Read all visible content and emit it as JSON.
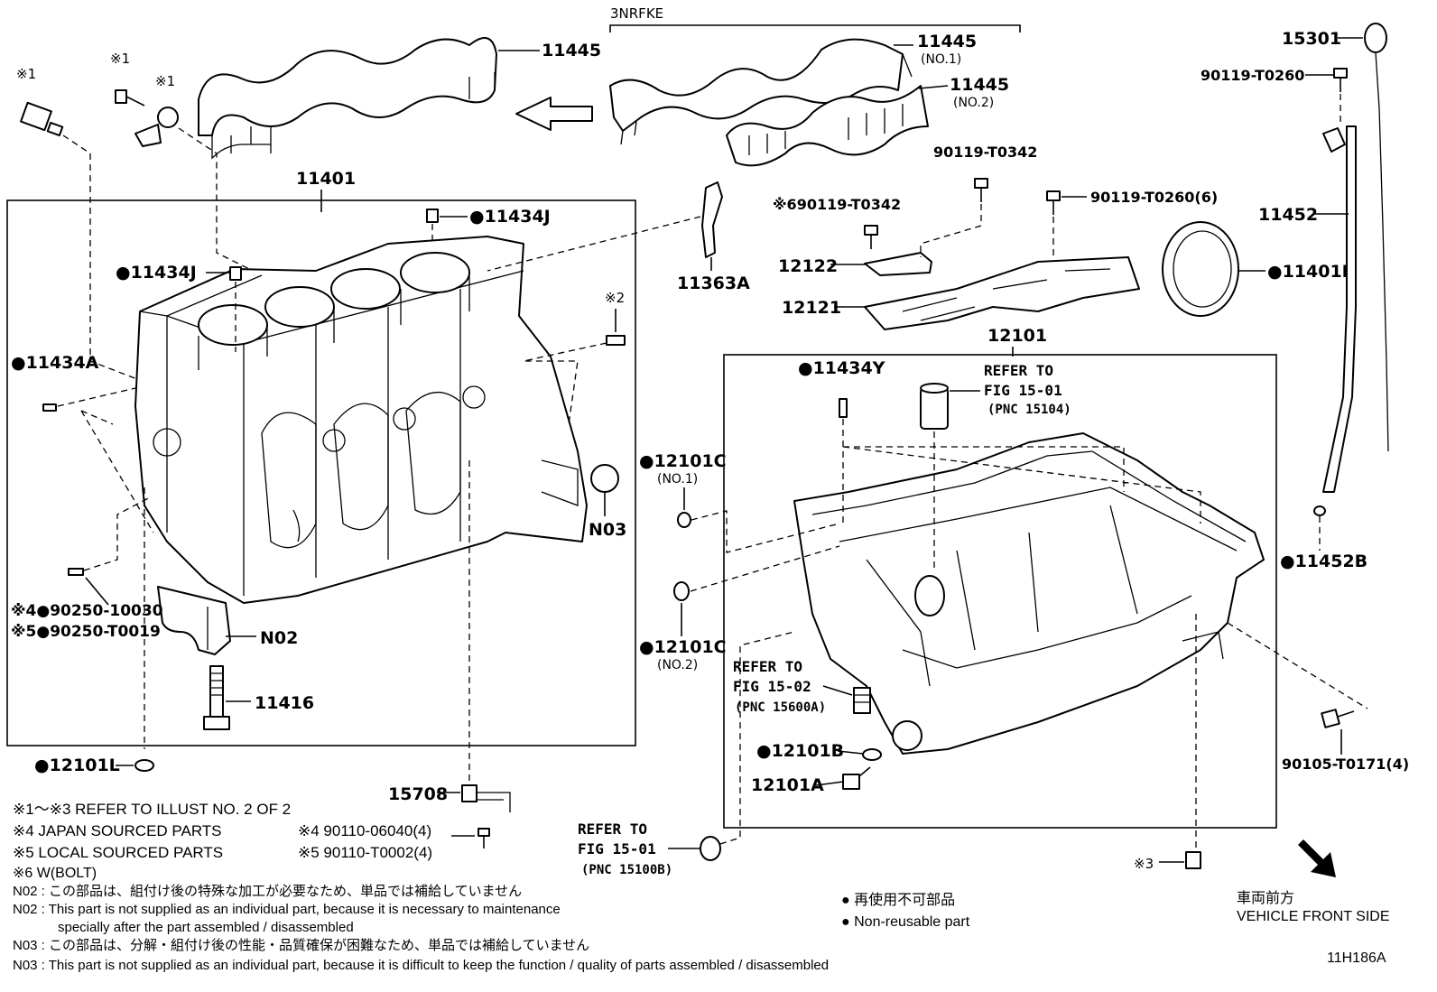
{
  "illustration_code": "11H186A",
  "engine_variant": "3NRFKE",
  "part_labels": {
    "p11445_main": "11445",
    "p11445_no1": "11445",
    "p11445_no1_sub": "(NO.1)",
    "p11445_no2": "11445",
    "p11445_no2_sub": "(NO.2)",
    "p11401": "11401",
    "p11434J_a": "●11434J",
    "p11434J_b": "●11434J",
    "p11434A": "●11434A",
    "p11363A": "11363A",
    "p12122": "12122",
    "p12121": "12121",
    "p12101": "12101",
    "p11434Y": "●11434Y",
    "p12101C_1": "●12101C",
    "p12101C_1_sub": "(NO.1)",
    "p12101C_2": "●12101C",
    "p12101C_2_sub": "(NO.2)",
    "pN03": "N03",
    "pN02": "N02",
    "p11416": "11416",
    "p12101L": "●12101L",
    "p15708": "15708",
    "p15301": "15301",
    "p90119_T0260": "90119-T0260",
    "p90119_T0342": "90119-T0342",
    "p90119_T0342_6": "※690119-T0342",
    "p90119_T0260_6": "90119-T0260(6)",
    "p11452": "11452",
    "p11401L": "●11401L",
    "p11452B": "●11452B",
    "p12101B": "●12101B",
    "p12101A": "12101A",
    "p90105_T0171": "90105-T0171(4)",
    "p90250_10030": "※4●90250-10030",
    "p90250_T0019": "※5●90250-T0019",
    "mark1_a": "※1",
    "mark1_b": "※1",
    "mark1_c": "※1",
    "mark2": "※2",
    "mark3": "※3"
  },
  "references": {
    "ref1_line1": "REFER TO",
    "ref1_line2": "FIG 15-01",
    "ref1_pnc": "(PNC 15104)",
    "ref2_line1": "REFER TO",
    "ref2_line2": "FIG 15-02",
    "ref2_pnc": "(PNC 15600A)",
    "ref3_line1": "REFER TO",
    "ref3_line2": "FIG 15-01",
    "ref3_pnc": "(PNC 15100B)"
  },
  "notes": {
    "n1": "※1～※3  REFER TO ILLUST NO. 2 OF 2",
    "n4": "※4 JAPAN SOURCED PARTS",
    "n4b": "※4 90110-06040(4)",
    "n5": "※5 LOCAL SOURCED PARTS",
    "n5b": "※5 90110-T0002(4)",
    "n6": "※6 W(BOLT)",
    "n02_jp": "N02 : この部品は、組付け後の特殊な加工が必要なため、単品では補給していません",
    "n02_en1": "N02 : This part is not supplied as an individual part, because it is necessary to maintenance",
    "n02_en2": "specially after the part assembled / disassembled",
    "n03_jp": "N03 : この部品は、分解・組付け後の性能・品質確保が困難なため、単品では補給していません",
    "n03_en": "N03 : This part is not supplied as an individual part, because it is difficult to keep the function / quality of parts  assembled / disassembled"
  },
  "legend": {
    "jp": "● 再使用不可部品",
    "en": "● Non-reusable part"
  },
  "front": {
    "jp": "車両前方",
    "en": "VEHICLE FRONT SIDE"
  }
}
